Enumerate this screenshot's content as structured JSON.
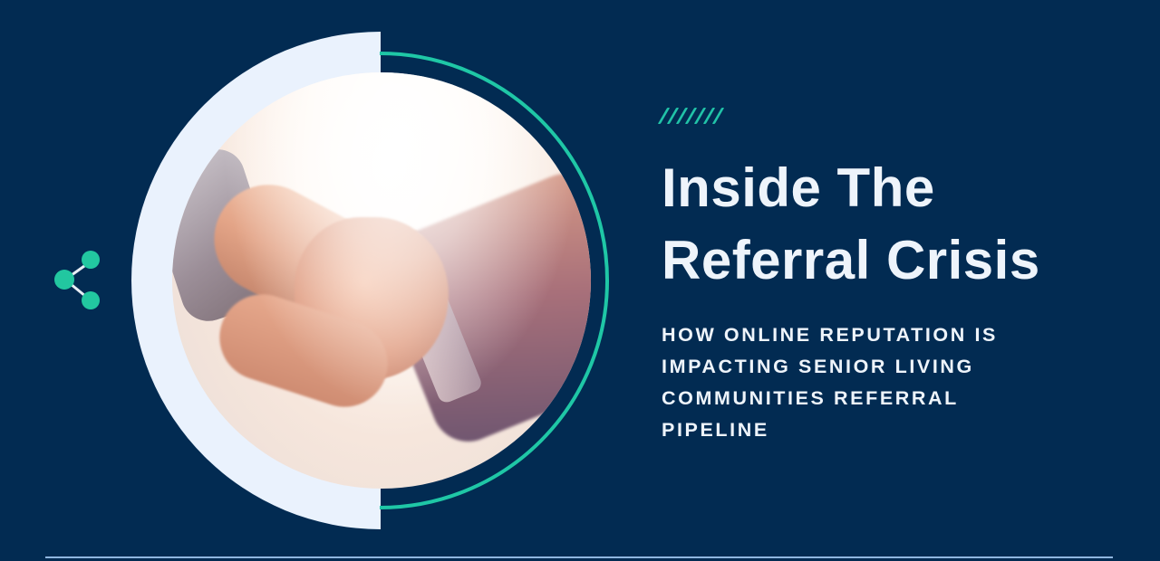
{
  "banner": {
    "title_line1": "Inside The",
    "title_line2": "Referral Crisis",
    "subtitle_line1": "HOW ONLINE REPUTATION IS",
    "subtitle_line2": "IMPACTING SENIOR LIVING",
    "subtitle_line3": "COMMUNITIES REFERRAL",
    "subtitle_line4": "PIPELINE",
    "decor_stripes": "///////",
    "stripe_count": 7
  },
  "image": {
    "subject": "handshake photo"
  },
  "icons": {
    "share": "share-icon"
  },
  "colors": {
    "background": "#022b52",
    "accent_teal": "#1fc7a6",
    "half_disc": "#eaf2fd",
    "text": "#eef4fb",
    "divider": "#8fb6e0"
  }
}
